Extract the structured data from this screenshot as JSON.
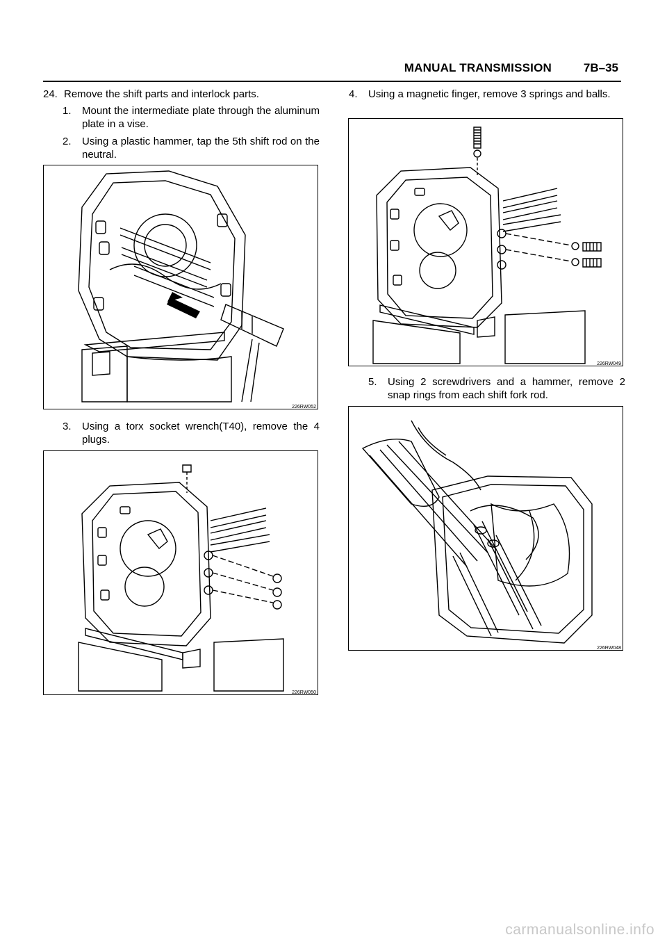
{
  "header": {
    "title": "MANUAL TRANSMISSION",
    "page": "7B–35"
  },
  "steps": {
    "s24": {
      "num": "24.",
      "text": "Remove the shift parts and interlock parts."
    },
    "s1": {
      "num": "1.",
      "text": "Mount the intermediate plate through the aluminum plate in a vise."
    },
    "s2": {
      "num": "2.",
      "text": "Using a plastic hammer, tap the 5th shift rod on the neutral."
    },
    "s3": {
      "num": "3.",
      "text": "Using a torx socket wrench(T40), remove the 4 plugs."
    },
    "s4": {
      "num": "4.",
      "text": "Using a magnetic finger, remove 3 springs and balls."
    },
    "s5": {
      "num": "5.",
      "text": "Using 2 screwdrivers and a hammer, remove 2 snap rings from each shift fork rod."
    }
  },
  "figures": {
    "fig1": {
      "code": "226RW052"
    },
    "fig2": {
      "code": "226RW050"
    },
    "fig3": {
      "code": "226RW049"
    },
    "fig4": {
      "code": "226RW048"
    }
  },
  "watermark": "carmanualsonline.info"
}
